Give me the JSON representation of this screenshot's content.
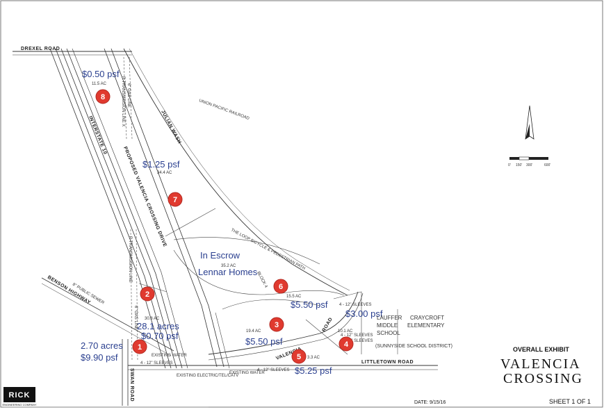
{
  "roads": {
    "drexel": "DREXEL ROAD",
    "interstate": "INTERSTATE 10",
    "proposed_drive": "PROPOSED VALENCIA CROSSING DRIVE",
    "julian_wash": "JULIAN WASH",
    "union_pacific": "UNION PACIFIC RAILROAD",
    "benson": "BENSON HIGHWAY",
    "swan": "SWAN ROAD",
    "littletown": "LITTLETOWN ROAD",
    "valencia": "VALENCIA",
    "road": "ROAD"
  },
  "utility_labels": {
    "transmission_1": "R TRANSMISSION LINE X",
    "gas_line_1": "6\" GAS LINE",
    "transmission_2": "R TRANSMISSION LINE",
    "gas_line_2": "6\" GAS LINE",
    "public_sewer": "8\" PUBLIC SEWER",
    "path": "THE LOOP BICYCLE & PEDESTRIAN PATH",
    "existing_water": "EXISTING WATER",
    "sleeves_1": "4 - 12\" SLEEVES",
    "existing_elec": "EXISTING ELECTRIC/TEL/CATV",
    "existing_water_2": "EXISTING WATER",
    "sleeves_2": "4 - 12\" SLEEVES",
    "sleeves_3": "4 - 12\" SLEEVES",
    "sleeves_4": "4 - 12\" SLEEVES",
    "sleeves_5": "4 - 12\" SLEEVES",
    "block": "BLOCK 4"
  },
  "parcels": [
    {
      "id": "1",
      "price": "$9.90 psf",
      "acres": "2.70 acres"
    },
    {
      "id": "2",
      "price": "$0.70 psf",
      "acres": "28.1 acres",
      "ac_label": "30.8 AC"
    },
    {
      "id": "3",
      "price": "$5.50 psf",
      "ac_label": "19.4 AC"
    },
    {
      "id": "4",
      "price": "$3.00 psf",
      "ac_label": "10.1 AC"
    },
    {
      "id": "5",
      "price": "$5.25 psf",
      "ac_label": "3.3 AC"
    },
    {
      "id": "6",
      "price": "$5.50 psf",
      "ac_label": "15.5 AC"
    },
    {
      "id": "7",
      "price": "$1.25 psf",
      "ac_label": "34.4 AC"
    },
    {
      "id": "8",
      "price": "$0.50 psf",
      "ac_label": "11.5 AC"
    }
  ],
  "escrow": {
    "line1": "In Escrow",
    "ac_label": "35.2 AC",
    "line2": "Lennar Homes"
  },
  "schools": {
    "lauffer_1": "LAUFFER",
    "lauffer_2": "MIDDLE",
    "lauffer_3": "SCHOOL",
    "craycroft_1": "CRAYCROFT",
    "craycroft_2": "ELEMENTARY",
    "district": "(SUNNYSIDE SCHOOL DISTRICT)"
  },
  "scale_bar": {
    "ticks": [
      "0'",
      "150'",
      "300'",
      "600'"
    ]
  },
  "title_block": {
    "exhibit": "OVERALL EXHIBIT",
    "name_1": "VALENCIA",
    "name_2": "CROSSING",
    "date": "DATE: 9/15/16",
    "sheet": "SHEET 1 OF 1",
    "logo": "RICK",
    "logo_sub": "ENGINEERING COMPANY"
  },
  "colors": {
    "marker": "#e03a2f",
    "price_text": "#2a3f8f",
    "linework": "#333333"
  }
}
